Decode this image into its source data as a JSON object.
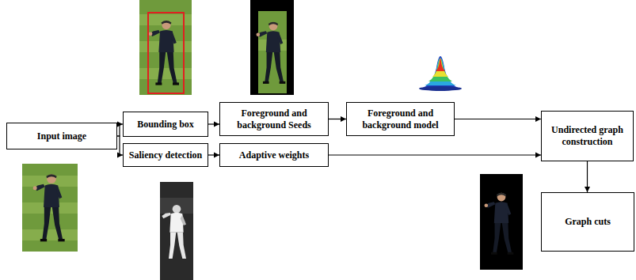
{
  "diagram": {
    "nodes": [
      {
        "text": [
          "Input image"
        ]
      },
      {
        "text": [
          "Bounding box"
        ]
      },
      {
        "text": [
          "Saliency detection"
        ]
      },
      {
        "text": [
          "Foreground and background Seeds"
        ]
      },
      {
        "text": [
          "Adaptive weights"
        ]
      },
      {
        "text": [
          "Foreground and background model"
        ]
      },
      {
        "text": [
          "Undirected graph construction"
        ]
      },
      {
        "text": [
          "Graph cuts"
        ]
      }
    ],
    "edges": [
      {
        "from": 0,
        "to": 1,
        "arrow": "to"
      },
      {
        "from": 0,
        "to": 2,
        "arrow": "to"
      },
      {
        "from": 1,
        "to": 3,
        "arrow": "to"
      },
      {
        "from": 2,
        "to": 4,
        "arrow": "to"
      },
      {
        "from": 3,
        "to": 5,
        "arrow": "to"
      },
      {
        "from": 5,
        "to": 6,
        "arrow": "to"
      },
      {
        "from": 4,
        "to": 6,
        "arrow": "to"
      },
      {
        "from": 6,
        "to": 7,
        "arrow": "to"
      }
    ]
  }
}
